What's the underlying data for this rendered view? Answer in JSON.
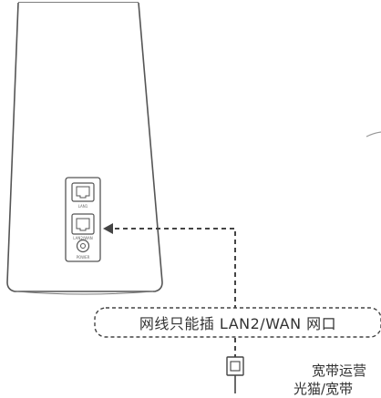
{
  "diagram": {
    "callout_text": "网线只能插 LAN2/WAN 网口",
    "isp_device_label_line1": "宽带运营",
    "isp_device_label_line2": "光猫/宽带",
    "port_labels": {
      "lan1": "LAN1",
      "lan2_wan": "LAN2/WAN",
      "power": "POWER"
    },
    "colors": {
      "line": "#444444",
      "router_outline": "#555555",
      "text": "#333333"
    }
  }
}
